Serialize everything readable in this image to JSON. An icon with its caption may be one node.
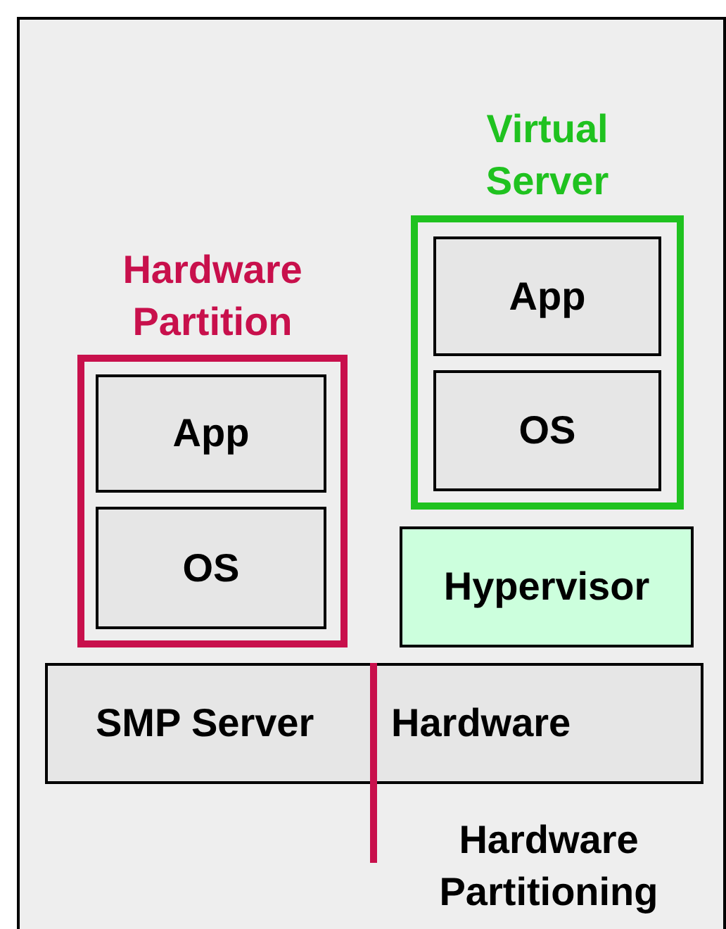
{
  "diagram": {
    "nodes": [
      {
        "text": [
          "Hardware Partition"
        ]
      },
      {
        "text": [
          "App"
        ],
        "in": 0
      },
      {
        "text": [
          "OS"
        ],
        "in": 0
      },
      {
        "text": [
          "Virtual Server"
        ]
      },
      {
        "text": [
          "App"
        ],
        "in": 3
      },
      {
        "text": [
          "OS"
        ],
        "in": 3
      },
      {
        "text": [
          "Hypervisor"
        ]
      },
      {
        "text": [
          "SMP Server",
          "Hardware"
        ]
      }
    ],
    "labels": [
      "Hardware Partitioning"
    ]
  }
}
